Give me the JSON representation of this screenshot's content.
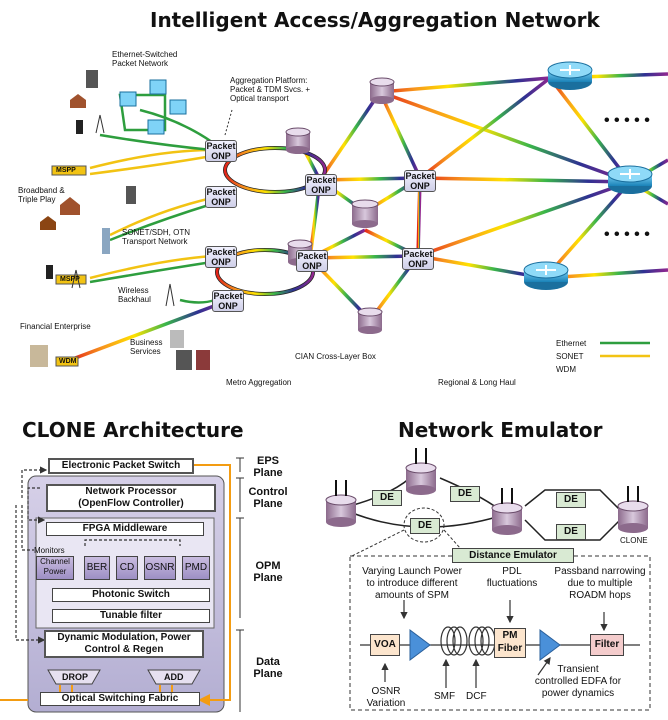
{
  "titles": {
    "top": "Intelligent Access/Aggregation Network",
    "clone": "CLONE Architecture",
    "emulator": "Network Emulator"
  },
  "network": {
    "labels": {
      "ethernet_switched": "Ethernet-Switched Packet Network",
      "aggregation_platform": "Aggregation Platform: Packet & TDM Svcs. + Optical transport",
      "broadband": "Broadband & Triple Play",
      "sonet_sdh": "SONET/SDH, OTN Transport Network",
      "wireless_backhaul": "Wireless Backhaul",
      "financial": "Financial Enterprise",
      "business": "Business Services",
      "cian_box": "CIAN Cross-Layer Box",
      "metro": "Metro Aggregation",
      "regional": "Regional & Long Haul",
      "mspp": "MSPP",
      "wdm_tag": "WDM"
    },
    "onp_label_line1": "Packet",
    "onp_label_line2": "ONP",
    "ellipsis": "• • • • •",
    "legend": [
      {
        "label": "Ethernet",
        "color": "#2e9e3e"
      },
      {
        "label": "SONET",
        "color": "#f2c313"
      },
      {
        "label": "WDM",
        "color": "rainbow"
      }
    ]
  },
  "clone": {
    "eps_switch": "Electronic Packet Switch",
    "network_processor_l1": "Network Processor",
    "network_processor_l2": "(OpenFlow Controller)",
    "fpga": "FPGA Middleware",
    "monitors": "Monitors",
    "channel_power_l1": "Channel",
    "channel_power_l2": "Power",
    "ber": "BER",
    "cd": "CD",
    "osnr": "OSNR",
    "pmd": "PMD",
    "photonic_switch": "Photonic Switch",
    "tunable_filter": "Tunable filter",
    "dynamic_mod_l1": "Dynamic Modulation, Power",
    "dynamic_mod_l2": "Control & Regen",
    "drop": "DROP",
    "add": "ADD",
    "optical_fabric": "Optical Switching Fabric",
    "planes": {
      "eps_l1": "EPS",
      "eps_l2": "Plane",
      "control_l1": "Control",
      "control_l2": "Plane",
      "opm_l1": "OPM",
      "opm_l2": "Plane",
      "data_l1": "Data",
      "data_l2": "Plane"
    }
  },
  "emulator": {
    "de": "DE",
    "clone": "CLONE",
    "distance_emulator": "Distance  Emulator",
    "varying_l1": "Varying Launch Power",
    "varying_l2": "to introduce different",
    "varying_l3": "amounts of SPM",
    "pdl_l1": "PDL",
    "pdl_l2": "fluctuations",
    "passband_l1": "Passband narrowing",
    "passband_l2": "due to multiple",
    "passband_l3": "ROADM hops",
    "voa": "VOA",
    "pm_fiber_l1": "PM",
    "pm_fiber_l2": "Fiber",
    "filter": "Filter",
    "osnr_var_l1": "OSNR",
    "osnr_var_l2": "Variation",
    "smf": "SMF",
    "dcf": "DCF",
    "transient_l1": "Transient",
    "transient_l2": "controlled EDFA for",
    "transient_l3": "power dynamics"
  }
}
